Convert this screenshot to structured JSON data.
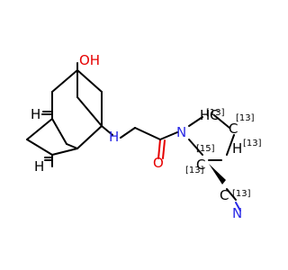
{
  "molecule": {
    "atom_labels": {
      "hydroxyl": "OH",
      "amine": "H",
      "amine_n": "N",
      "carbonyl_o": "O",
      "ring_n": "N",
      "nitrile_n": "N",
      "bridge_h_top": "H",
      "bridge_h_bottom": "H",
      "ring_c_top": "C",
      "ring_c_right": "C",
      "ring_c_bottom": "C",
      "ring_h_top": "H",
      "ring_h_right": "H",
      "ring_h_bottom": "H",
      "nitrile_c": "C"
    },
    "isotope_labels": {
      "ring_c_top": "[13]",
      "ring_c_top_right": "[13]",
      "ring_c_right": "[13]",
      "ring_n": "[15]",
      "ring_c_bottom": "[13]",
      "nitrile_c": "[13]"
    },
    "colors": {
      "carbon": "#000000",
      "oxygen": "#e60000",
      "nitrogen": "#2a2ae6"
    }
  }
}
